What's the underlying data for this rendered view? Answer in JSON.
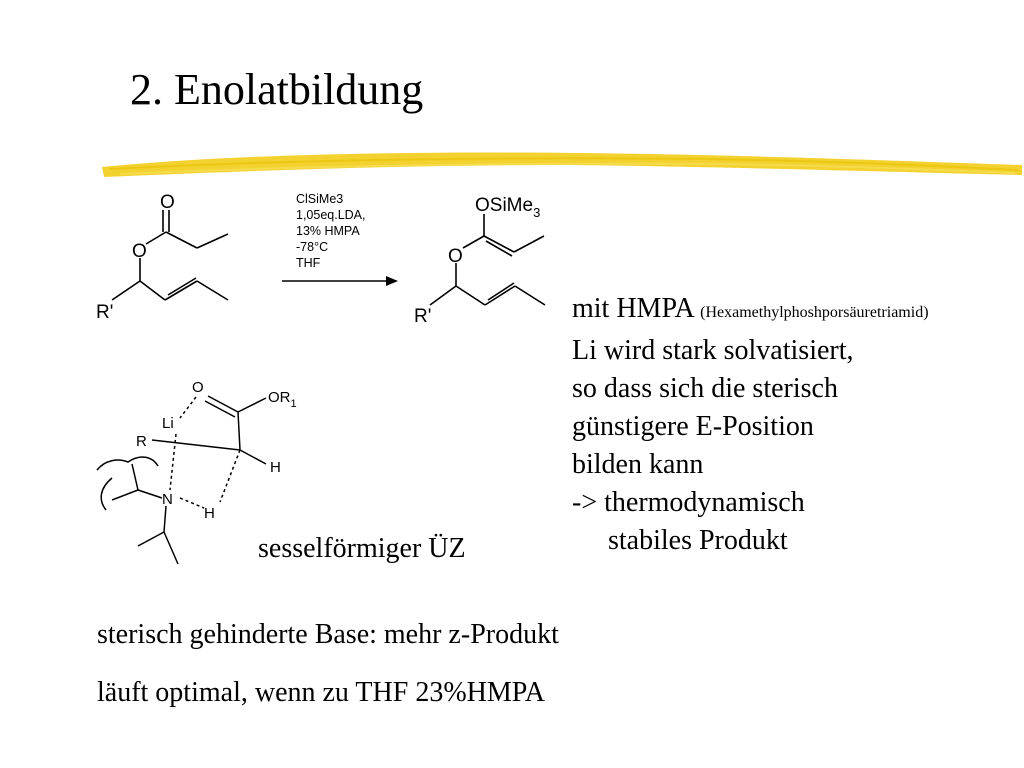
{
  "slide": {
    "title": "2. Enolatbildung",
    "accent_color": "#f2d024"
  },
  "reaction": {
    "reactant": {
      "carbonyl_o": "O",
      "ester_o": "O",
      "r_group": "R'"
    },
    "conditions": [
      "ClSiMe3",
      "1,05eq.LDA,",
      "13% HMPA",
      "-78°C",
      "THF"
    ],
    "product": {
      "silyl_group": "OSiMe",
      "silyl_subscript": "3",
      "ester_o": "O",
      "r_group": "R'"
    }
  },
  "transition_state": {
    "o_label": "O",
    "or_label": "OR",
    "or_subscript": "1",
    "li_label": "Li",
    "r_label": "R",
    "h1_label": "H",
    "n_label": "N",
    "h2_label": "H",
    "caption": "sesselförmiger ÜZ"
  },
  "explanation": {
    "line1_main": "mit HMPA",
    "line1_small": "(Hexamethylphoshporsäuretriamid)",
    "lines": [
      "Li wird stark solvatisiert,",
      "so dass sich die sterisch",
      "günstigere E-Position",
      "bilden kann",
      "-> thermodynamisch",
      "stabiles Produkt"
    ]
  },
  "notes": [
    "sterisch gehinderte Base: mehr z-Produkt",
    "läuft optimal, wenn zu THF 23%HMPA"
  ]
}
